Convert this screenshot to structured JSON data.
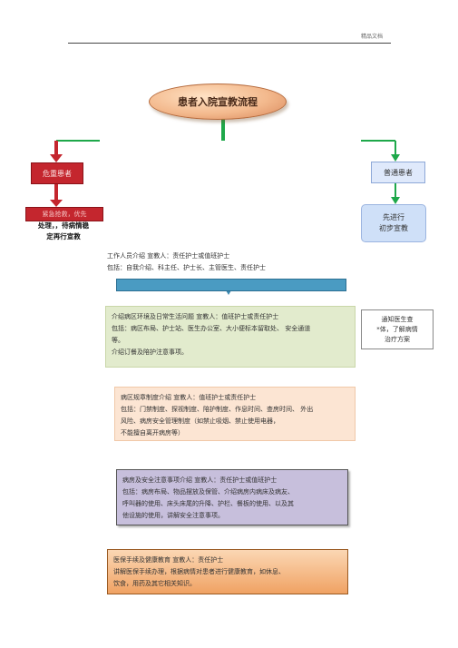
{
  "header": {
    "watermark": "精品文档"
  },
  "title": "患者入院宣教流程",
  "left_branch": {
    "box1": "危重患者",
    "box2": "紧急抢救，优先",
    "note_lines": [
      "处理，，待病情稳",
      "定再行宣教"
    ]
  },
  "right_branch": {
    "box1": "普通患者",
    "box2_lines": [
      "先进行",
      "初步宣教"
    ]
  },
  "intro": {
    "lines": [
      "工作人员介绍          宣教人：责任护士或值班护士",
      "包括：自我介绍、科主任、护士长、主管医生、责任护士"
    ]
  },
  "green_box": {
    "lines": [
      "介绍病区环境及日常生活问题        宣教人：值班护士或责任护士",
      "包括：病区布局、护士站、医生办公室、大小便标本留取处、 安全通道",
      "等。",
      "介绍订餐及陪护注意事项。"
    ]
  },
  "side_note": {
    "lines": [
      "通知医生查",
      "*体，了解病情",
      "治疗方案"
    ]
  },
  "peach_box": {
    "lines": [
      "病区规章制度介绍         宣教人：值班护士或责任护士",
      "包括：门禁制度、探视制度、陪护制度、作息时间、查房时间、 外出",
      "风险、病房安全管理制度（如禁止吸烟、禁止使用电器，",
      "不能擅自离开病房等）"
    ]
  },
  "purple_box": {
    "lines": [
      "病房及安全注意事项介绍              宣教人：责任护士或值班护士",
      "包括：病房布局、物品摆放及保管、介绍病房内病床及病友、",
      "呼叫器的使用、床头床尾的升降、护栏、餐板的使用、以及其",
      "他设施的使用，讲解安全注意事项。"
    ]
  },
  "orange_box": {
    "lines": [
      "医保手续及健康教育         宣教人：责任护士",
      "讲解医保手续办理，根据病情对患者进行健康教育，如休息、",
      "饮食，用药及其它相关知识。"
    ]
  },
  "colors": {
    "green_arrow": "#1ea84a",
    "red_arrow": "#c4262e",
    "teal": "#4a9bc2"
  }
}
